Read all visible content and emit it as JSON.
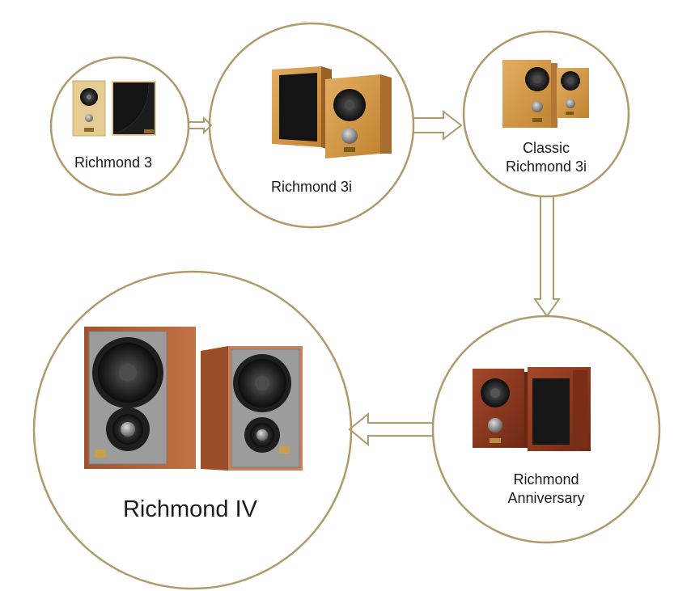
{
  "colors": {
    "ring": "#B09A6C",
    "arrow": "#B09A6C",
    "wood_light": "#D9A25A",
    "wood_mid": "#C98A3C",
    "wood_dark": "#8E3B1E",
    "maple": "#E6CB92",
    "grille_black": "#151515",
    "baffle_gray": "#9C9C9C"
  },
  "nodes": [
    {
      "id": "richmond-3",
      "label": "Richmond 3"
    },
    {
      "id": "richmond-3i",
      "label": "Richmond 3i"
    },
    {
      "id": "classic-richmond-3i",
      "label_line1": "Classic",
      "label_line2": "Richmond 3i"
    },
    {
      "id": "richmond-anniversary",
      "label_line1": "Richmond",
      "label_line2": "Anniversary"
    },
    {
      "id": "richmond-iv",
      "label": "Richmond IV"
    }
  ]
}
